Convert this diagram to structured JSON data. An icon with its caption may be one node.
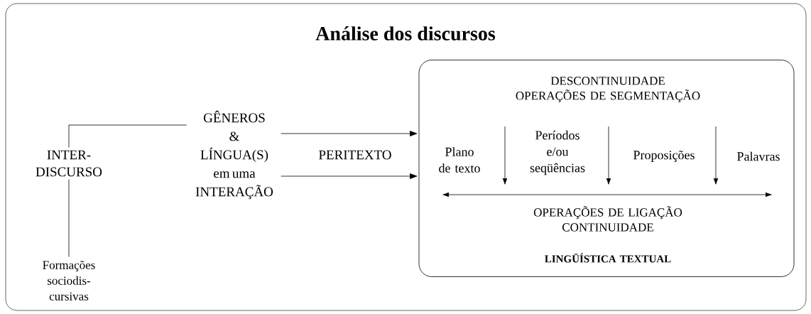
{
  "diagram": {
    "title": "Análise dos discursos",
    "nodes": [
      {
        "text": [
          "INTER- DISCURSO"
        ]
      },
      {
        "text": [
          "Formações sociodis- cursivas"
        ]
      },
      {
        "text": [
          "GÊNEROS & LÍNGUA(S) em uma INTERAÇÃO"
        ]
      },
      {
        "text": [
          "DESCONTINUIDADE OPERAÇÕES DE SEGMENTAÇÃO",
          "OPERAÇÕES DE LIGAÇÃO CONTINUIDADE",
          "LINGÜÍSTICA TEXTUAL"
        ]
      },
      {
        "text": [
          "Plano de texto"
        ],
        "in": 3
      },
      {
        "text": [
          "Períodos e/ou seqüências"
        ],
        "in": 3
      },
      {
        "text": [
          "Proposições"
        ],
        "in": 3
      },
      {
        "text": [
          "Palavras"
        ],
        "in": 3
      }
    ],
    "edges": [
      {
        "from": 0,
        "to": 1,
        "arrow": "none"
      },
      {
        "from": 0,
        "to": 2,
        "arrow": "none"
      },
      {
        "from": 2,
        "to": 3,
        "arrow": "to"
      },
      {
        "from": 2,
        "to": 3,
        "arrow": "to",
        "label": "PERITEXTO"
      }
    ]
  }
}
